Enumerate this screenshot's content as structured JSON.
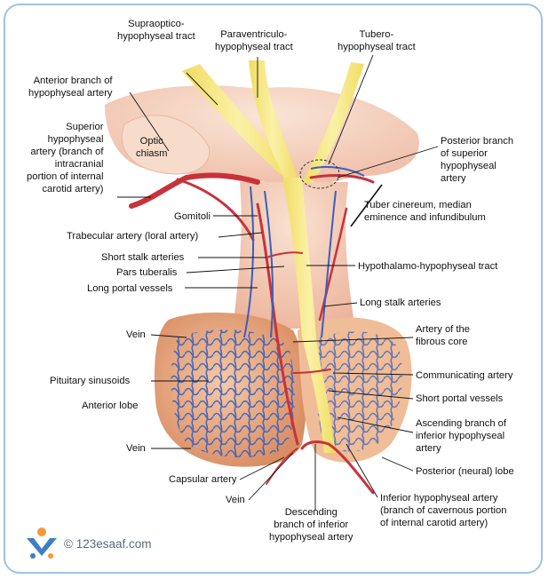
{
  "labels": {
    "supraoptico": "Supraoptico-\nhypophyseal tract",
    "paraventriculo": "Paraventriculo-\nhypophyseal tract",
    "tubero": "Tubero-\nhypophyseal tract",
    "anterior_branch": "Anterior branch of\nhypophyseal artery",
    "superior_hypophyseal": "Superior\nhypophyseal\nartery (branch of\nintracranial\nportion of internal\ncarotid artery)",
    "optic_chiasm": "Optic\nchiasm",
    "posterior_branch": "Posterior branch\nof superior\nhypophyseal\nartery",
    "tuber_cinereum": "Tuber cinereum, median\neminence and infundibulum",
    "gomitoli": "Gomitoli",
    "trabecular": "Trabecular artery (loral artery)",
    "short_stalk": "Short stalk arteries",
    "pars_tuberalis": "Pars tuberalis",
    "hypothalamo_tract": "Hypothalamo-hypophyseal tract",
    "long_portal": "Long portal vessels",
    "long_stalk": "Long stalk arteries",
    "vein_top": "Vein",
    "artery_fibrous": "Artery of the\nfibrous core",
    "pituitary_sinusoids": "Pituitary sinusoids",
    "communicating": "Communicating artery",
    "anterior_lobe": "Anterior lobe",
    "short_portal": "Short portal vessels",
    "ascending_branch": "Ascending branch of\ninferior hypophyseal\nartery",
    "vein_mid": "Vein",
    "posterior_lobe": "Posterior (neural) lobe",
    "capsular": "Capsular artery",
    "vein_bottom": "Vein",
    "inferior_hypophyseal": "Inferior hypophyseal artery\n(branch of cavernous portion\nof internal carotid artery)",
    "descending": "Descending\nbranch of inferior\nhypophyseal artery"
  },
  "watermark": {
    "text": "© 123esaaf.com"
  },
  "colors": {
    "frame": "#9cc3e6",
    "tissue_light": "#f6d9c6",
    "tissue_mid": "#eeb99f",
    "lobe": "#e7a77f",
    "artery": "#c8323b",
    "vein": "#3a5fbf",
    "nerve_tract": "#f3e27a"
  }
}
